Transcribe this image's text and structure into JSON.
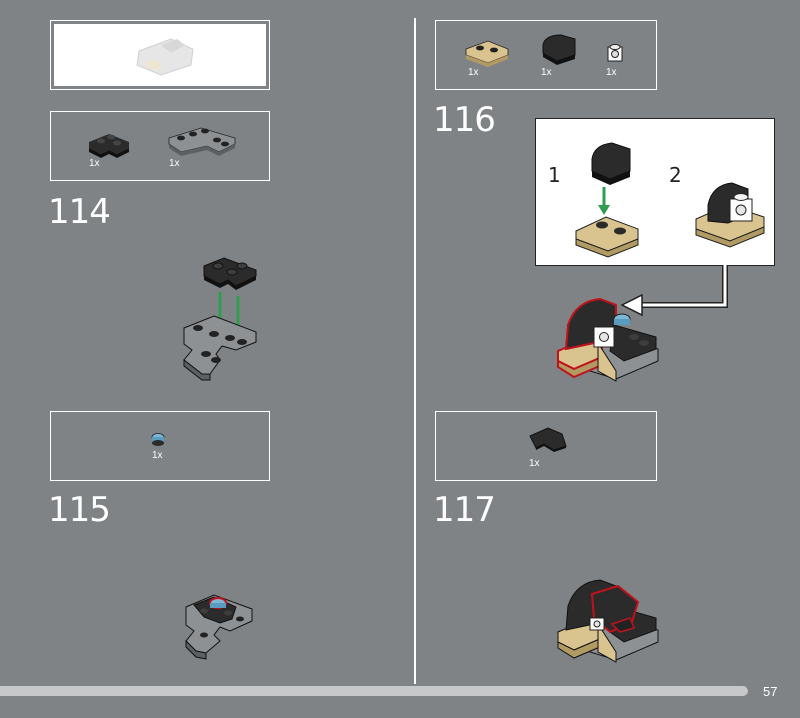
{
  "page_number": "57",
  "left": {
    "preview_box": {},
    "step114": {
      "number": "114",
      "parts": [
        {
          "qty": "1x"
        },
        {
          "qty": "1x"
        }
      ]
    },
    "step115": {
      "number": "115",
      "parts": [
        {
          "qty": "1x"
        }
      ]
    }
  },
  "right": {
    "step116": {
      "number": "116",
      "parts": [
        {
          "qty": "1x"
        },
        {
          "qty": "1x"
        },
        {
          "qty": "1x"
        }
      ],
      "substeps": [
        "1",
        "2"
      ]
    },
    "step117": {
      "number": "117",
      "parts": [
        {
          "qty": "1x"
        }
      ]
    }
  },
  "colors": {
    "background": "#7f8386",
    "dark_brick": "#2b2b2b",
    "grey_brick": "#8e9194",
    "tan_brick": "#d9c38e",
    "blue_stud": "#7db8d8",
    "arrow_green": "#2f9e4f",
    "highlight_red": "#c0121c"
  }
}
